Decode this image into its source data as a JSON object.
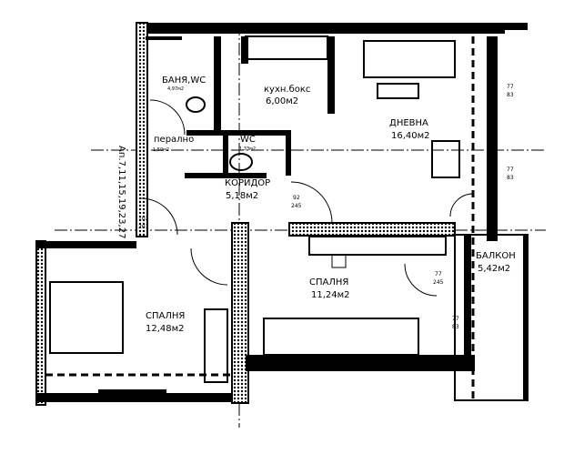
{
  "rooms": [
    {
      "name": "БАНЯ,WC",
      "area": "4,97м2"
    },
    {
      "name": "кухн.бокс",
      "area": "6,00м2"
    },
    {
      "name": "ДНЕВНА",
      "area": "16,40м2"
    },
    {
      "name": "перално",
      "area": "1,50м2"
    },
    {
      "name": "WC",
      "area": "1,33м2"
    },
    {
      "name": "КОРИДОР",
      "area": "5,18м2"
    },
    {
      "name": "СПАЛНЯ",
      "area": "11,24м2"
    },
    {
      "name": "СПАЛНЯ",
      "area": "12,48м2"
    },
    {
      "name": "БАЛКОН",
      "area": "5,42м2"
    }
  ],
  "openings": [
    {
      "width": "92",
      "height": "245"
    },
    {
      "width": "102",
      "height": "201"
    },
    {
      "width": "77",
      "height": "245"
    },
    {
      "width": "77",
      "height": "83"
    },
    {
      "width": "77",
      "height": "83"
    },
    {
      "width": "77",
      "height": "83"
    }
  ],
  "apartments_label": "Ап.7,11,15,19,23,27"
}
